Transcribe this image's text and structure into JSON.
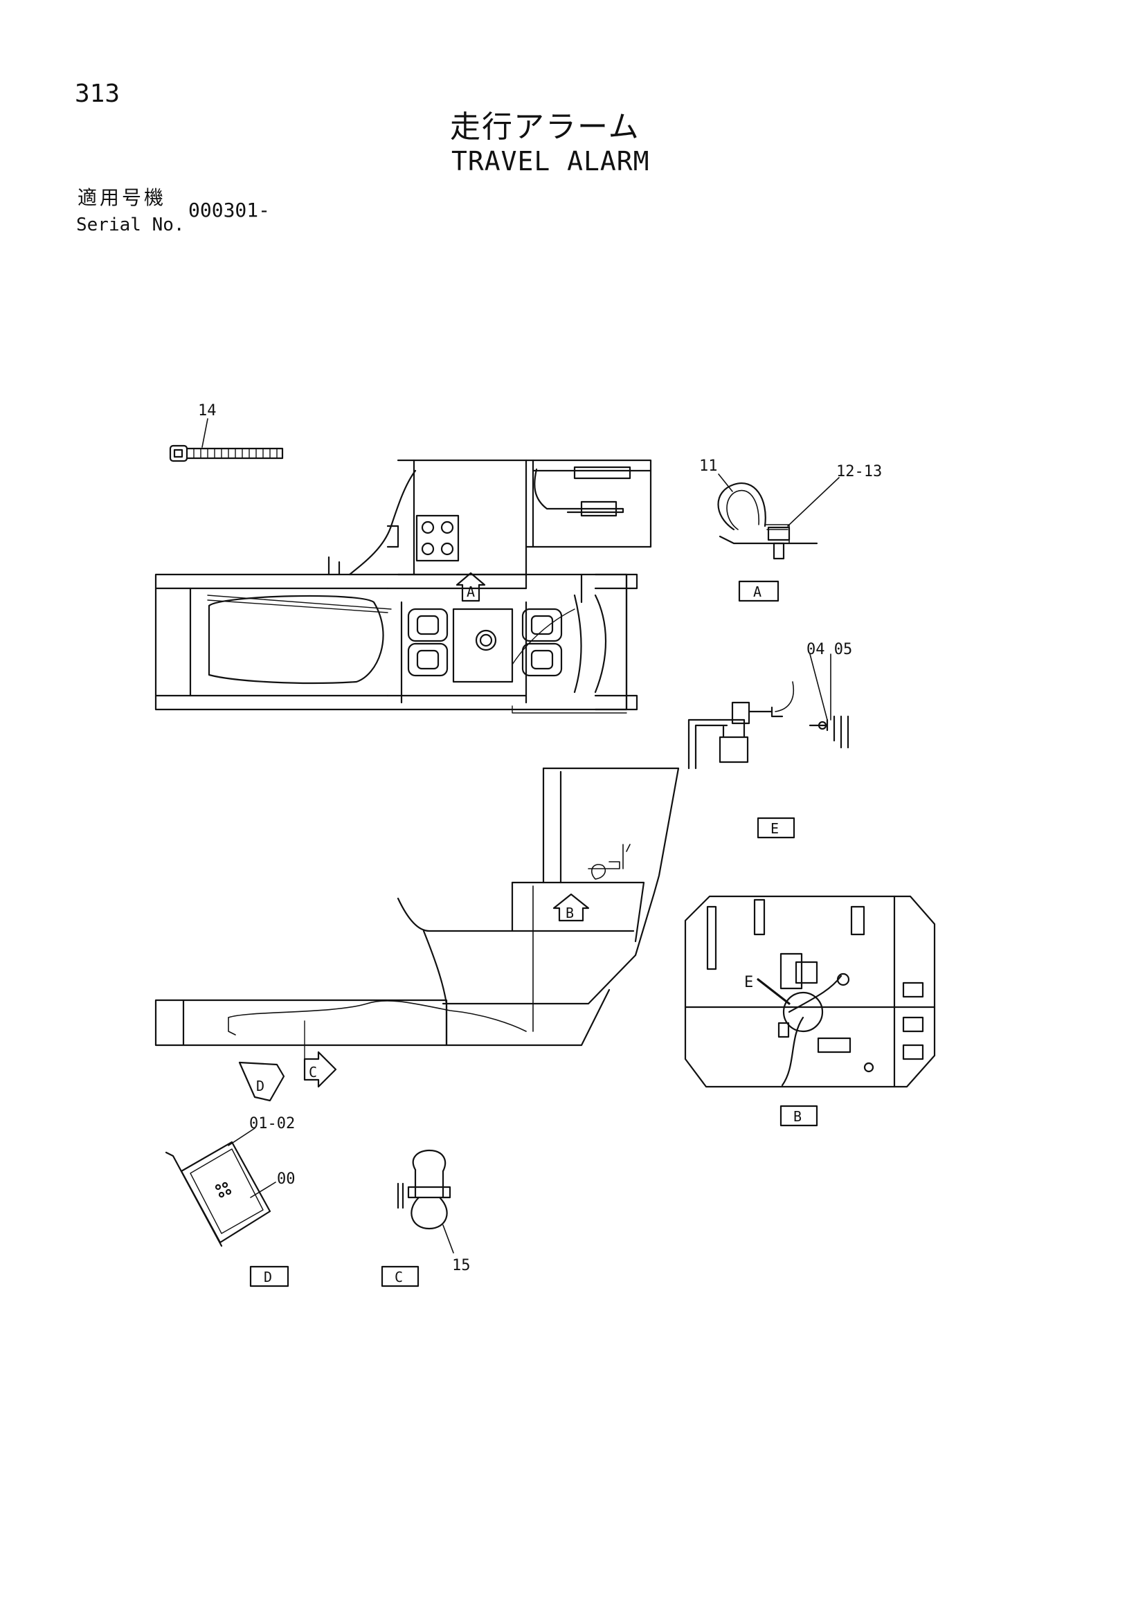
{
  "header": {
    "page_number": "313",
    "title_jp": "走行アラーム",
    "title_en": "TRAVEL ALARM",
    "serial_label_jp": "適用号機",
    "serial_label_en": "Serial No.",
    "serial_value": "000301-"
  },
  "callouts": {
    "p14": "14",
    "p11": "11",
    "p12_13": "12-13",
    "p04_05": "04 05",
    "p01_02": "01-02",
    "p00": "00",
    "p15": "15",
    "e_pointer": "E"
  },
  "view_markers": {
    "a": "A",
    "b": "B",
    "c": "C",
    "d": "D"
  },
  "detail_boxes": {
    "a": "A",
    "b": "B",
    "c": "C",
    "d": "D",
    "e": "E"
  }
}
